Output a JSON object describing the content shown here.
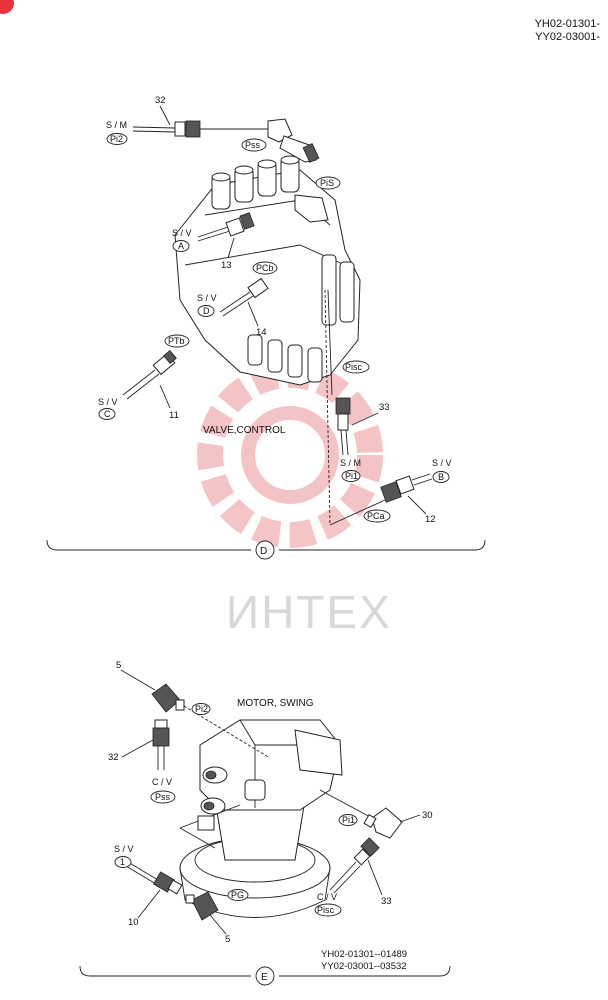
{
  "header": {
    "line1": "YH02-01301-",
    "line2": "YY02-03001-"
  },
  "watermark": {
    "text": "ИНТЕХ",
    "color": "#e0484e"
  },
  "brand_color": "#e8323c",
  "section_d": {
    "title": "VALVE,CONTROL",
    "view_letter": "D",
    "labels": {
      "sm_top": "S / M",
      "pi2": "Pi2",
      "pss": "Pss",
      "pis": "PiS",
      "sv_a": "S / V",
      "a": "A",
      "pcb": "PCb",
      "sv_d": "S / V",
      "d": "D",
      "ptb": "PTb",
      "sv_c": "S / V",
      "c": "C",
      "pisc": "Pisc",
      "sm_mid": "S / M",
      "pi1": "Pi1",
      "sv_b": "S / V",
      "b": "B",
      "pca": "PCa"
    },
    "parts": {
      "p32": "32",
      "p13": "13",
      "p14": "14",
      "p11": "11",
      "p33": "33",
      "p12": "12"
    }
  },
  "section_e": {
    "title": "MOTOR, SWING",
    "view_letter": "E",
    "serial1": "YH02-01301--01489",
    "serial2": "YY02-03001--03532",
    "labels": {
      "pi2": "Pi2",
      "cv_pss": "C / V",
      "pss": "Pss",
      "pi1": "Pi1",
      "sv_1": "S / V",
      "one": "1",
      "pg": "PG",
      "cv_pisc": "C / V",
      "pisc": "Pisc"
    },
    "parts": {
      "p5a": "5",
      "p32": "32",
      "p30": "30",
      "p10": "10",
      "p5b": "5",
      "p33": "33"
    }
  }
}
